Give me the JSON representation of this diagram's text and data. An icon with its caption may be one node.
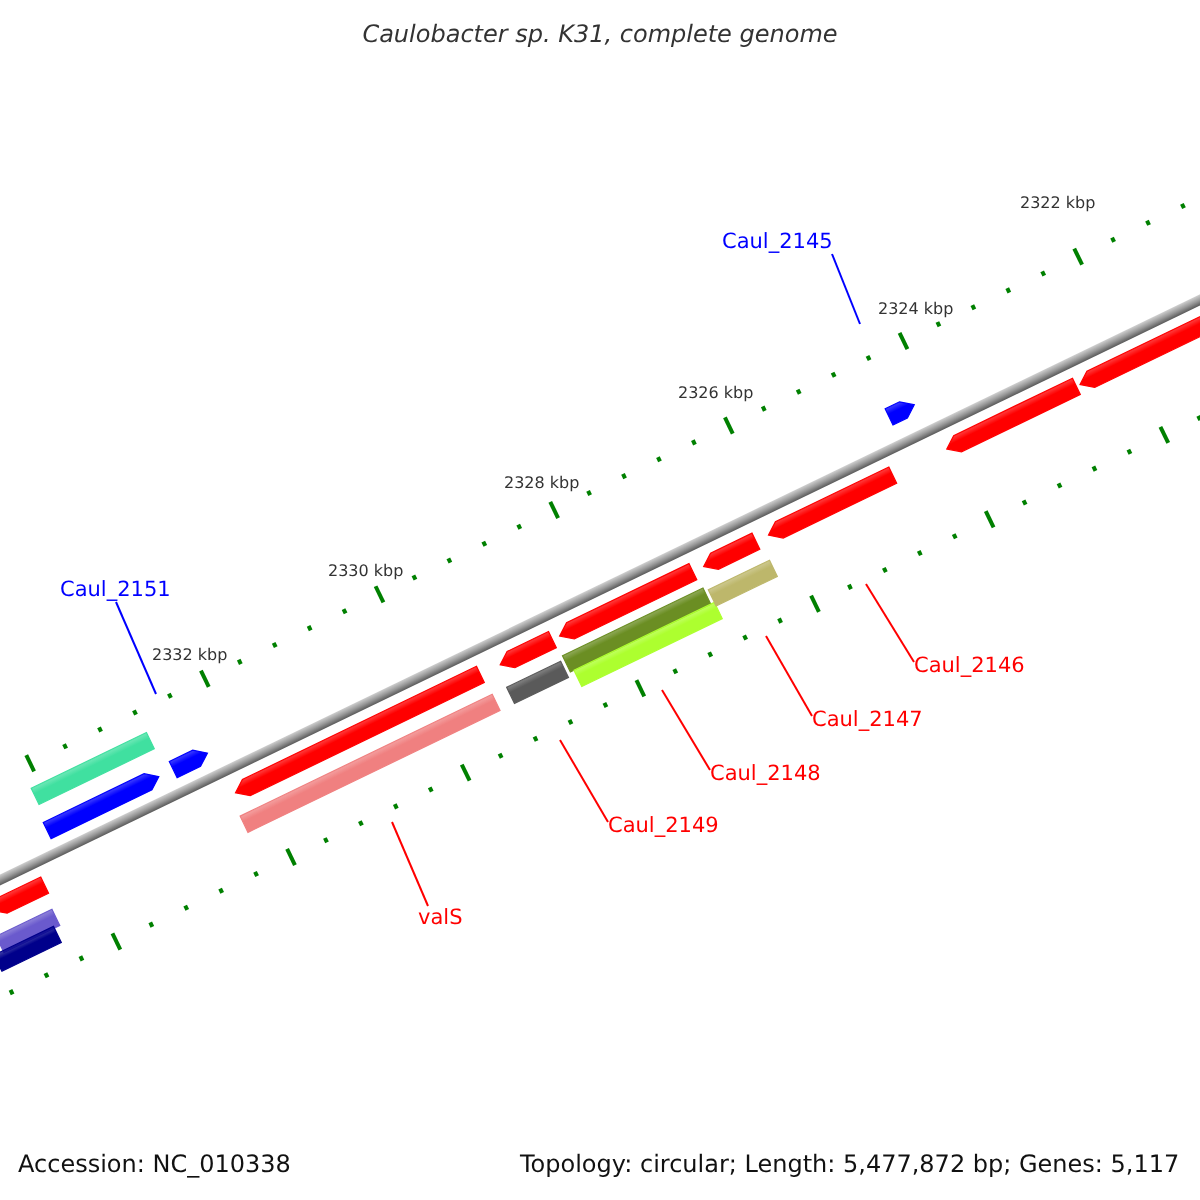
{
  "diagram": {
    "title": "Caulobacter sp. K31, complete genome",
    "nodes": [
      {
        "text": [
          "Caul_2145"
        ]
      },
      {
        "text": [
          "Caul_2151"
        ]
      },
      {
        "text": [
          "Caul_2146"
        ]
      },
      {
        "text": [
          "Caul_2147"
        ]
      },
      {
        "text": [
          "Caul_2148"
        ]
      },
      {
        "text": [
          "Caul_2149"
        ]
      },
      {
        "text": [
          "valS"
        ]
      }
    ],
    "edges": [
      {
        "from": 0,
        "to": null,
        "arrow": "none",
        "color": "#0000ff"
      },
      {
        "from": 1,
        "to": null,
        "arrow": "none",
        "color": "#0000ff"
      },
      {
        "from": 2,
        "to": null,
        "arrow": "none"
      },
      {
        "from": 3,
        "to": null,
        "arrow": "none"
      },
      {
        "from": 4,
        "to": null,
        "arrow": "none"
      },
      {
        "from": 5,
        "to": null,
        "arrow": "none"
      },
      {
        "from": 6,
        "to": null,
        "arrow": "none"
      }
    ],
    "labels": [
      "2322 kbp",
      "2324 kbp",
      "2326 kbp",
      "2328 kbp",
      "2330 kbp",
      "2332 kbp",
      "Accession: NC_010338",
      "Topology: circular; Length: 5,477,872 bp; Genes: 5,117"
    ]
  }
}
